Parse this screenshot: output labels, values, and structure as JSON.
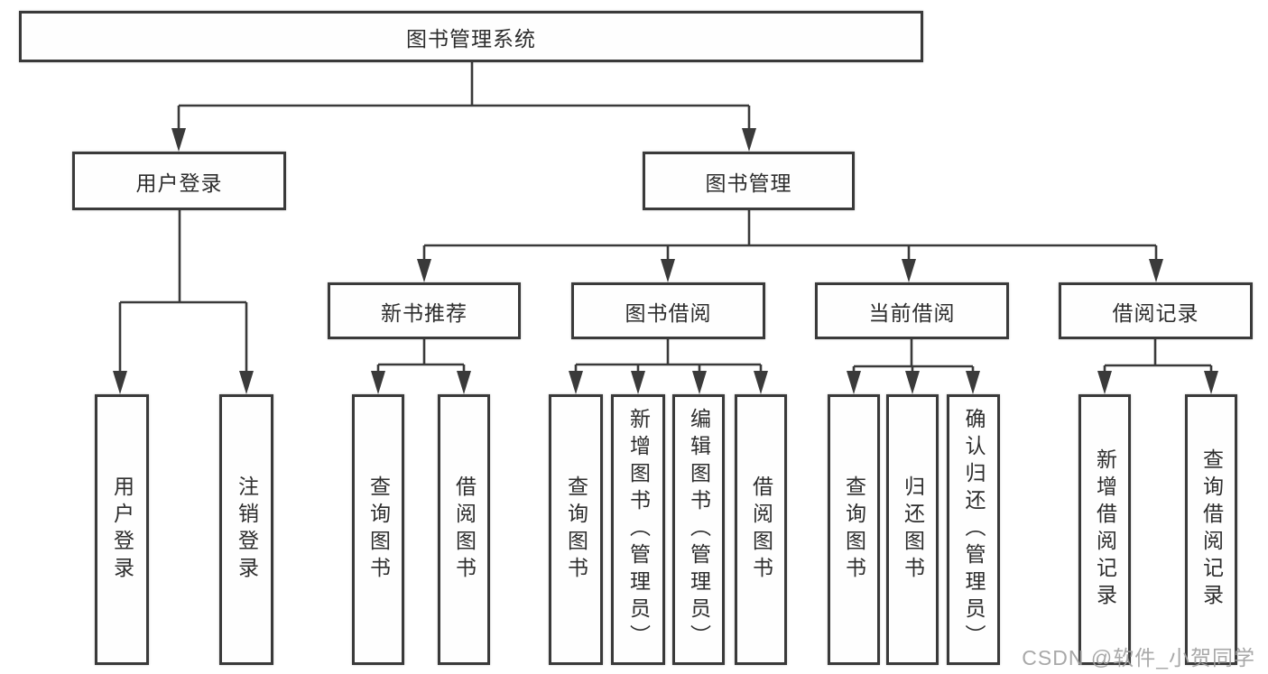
{
  "tree": {
    "root": "图书管理系统",
    "user_login": {
      "label": "用户登录",
      "children": [
        "用户登录",
        "注销登录"
      ]
    },
    "book_mgmt": {
      "label": "图书管理",
      "sections": {
        "new_book": {
          "label": "新书推荐",
          "children": [
            "查询图书",
            "借阅图书"
          ]
        },
        "book_borrow": {
          "label": "图书借阅",
          "children": [
            "查询图书",
            "新增图书（管理员）",
            "编辑图书（管理员）",
            "借阅图书"
          ]
        },
        "current_borrow": {
          "label": "当前借阅",
          "children": [
            "查询图书",
            "归还图书",
            "确认归还（管理员）"
          ]
        },
        "borrow_record": {
          "label": "借阅记录",
          "children": [
            "新增借阅记录",
            "查询借阅记录"
          ]
        }
      }
    }
  },
  "watermark": "CSDN @软件_小贺同学",
  "colors": {
    "line": "#3a3a3a",
    "text": "#2d2d2d",
    "watermark_gray": "#9e9e9e",
    "background": "#ffffff"
  }
}
